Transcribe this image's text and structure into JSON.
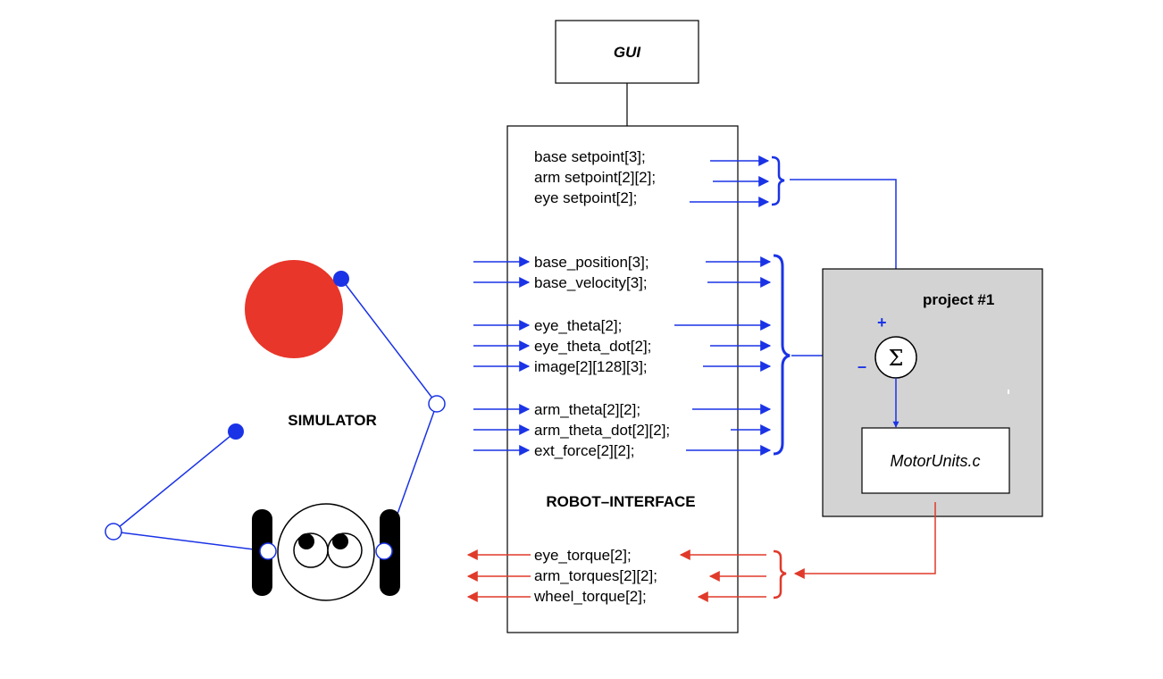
{
  "gui": {
    "label": "GUI"
  },
  "interface": {
    "title": "ROBOT–INTERFACE",
    "setpoints": [
      "base  setpoint[3];",
      "arm setpoint[2][2];",
      "eye setpoint[2];"
    ],
    "states": [
      "base_position[3];",
      "base_velocity[3];",
      "eye_theta[2];",
      "eye_theta_dot[2];",
      "image[2][128][3];",
      "arm_theta[2][2];",
      "arm_theta_dot[2][2];",
      "ext_force[2][2];"
    ],
    "torques": [
      "eye_torque[2];",
      "arm_torques[2][2];",
      "wheel_torque[2];"
    ]
  },
  "project": {
    "title": "project #1",
    "module": "MotorUnits.c",
    "sum_symbol": "Σ",
    "plus": "+",
    "minus": "–"
  },
  "simulator": {
    "label": "SIMULATOR"
  },
  "colors": {
    "signal_in": "#1a33e6",
    "torque_out": "#e03a2a",
    "ball": "#e8362a",
    "project_bg": "#d3d3d3"
  }
}
